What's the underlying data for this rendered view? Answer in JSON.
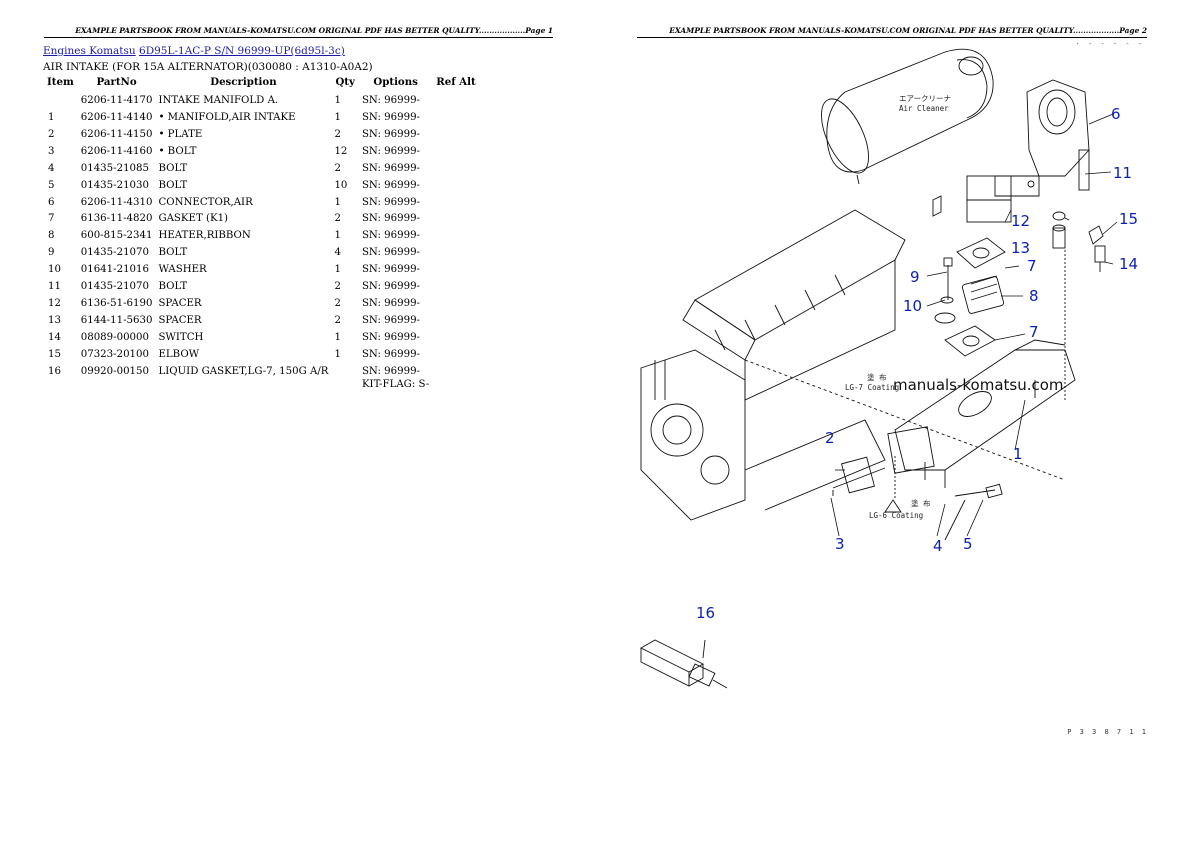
{
  "page1": {
    "header": "EXAMPLE PARTSBOOK FROM MANUALS-KOMATSU.COM ORIGINAL PDF HAS BETTER QUALITY..................Page 1",
    "breadcrumb": {
      "link1": "Engines Komatsu",
      "link2": "6D95L-1AC-P S/N 96999-UP(6d95l-3c)"
    },
    "subtitle": "AIR INTAKE (FOR 15A ALTERNATOR)(030080 : A1310-A0A2)",
    "columns": [
      "Item",
      "PartNo",
      "Description",
      "Qty",
      "Options",
      "Ref Alt"
    ],
    "rows": [
      {
        "item": "",
        "partno": "6206-11-4170",
        "desc": "INTAKE MANIFOLD A.",
        "qty": "1",
        "opt": "SN: 96999-",
        "opt2": ""
      },
      {
        "item": "1",
        "partno": "6206-11-4140",
        "desc": "• MANIFOLD,AIR INTAKE",
        "qty": "1",
        "opt": "SN: 96999-",
        "opt2": ""
      },
      {
        "item": "2",
        "partno": "6206-11-4150",
        "desc": "• PLATE",
        "qty": "2",
        "opt": "SN: 96999-",
        "opt2": ""
      },
      {
        "item": "3",
        "partno": "6206-11-4160",
        "desc": "• BOLT",
        "qty": "12",
        "opt": "SN: 96999-",
        "opt2": ""
      },
      {
        "item": "4",
        "partno": "01435-21085",
        "desc": "BOLT",
        "qty": "2",
        "opt": "SN: 96999-",
        "opt2": ""
      },
      {
        "item": "5",
        "partno": "01435-21030",
        "desc": "BOLT",
        "qty": "10",
        "opt": "SN: 96999-",
        "opt2": ""
      },
      {
        "item": "6",
        "partno": "6206-11-4310",
        "desc": "CONNECTOR,AIR",
        "qty": "1",
        "opt": "SN: 96999-",
        "opt2": ""
      },
      {
        "item": "7",
        "partno": "6136-11-4820",
        "desc": "GASKET (K1)",
        "qty": "2",
        "opt": "SN: 96999-",
        "opt2": ""
      },
      {
        "item": "8",
        "partno": "600-815-2341",
        "desc": "HEATER,RIBBON",
        "qty": "1",
        "opt": "SN: 96999-",
        "opt2": ""
      },
      {
        "item": "9",
        "partno": "01435-21070",
        "desc": "BOLT",
        "qty": "4",
        "opt": "SN: 96999-",
        "opt2": ""
      },
      {
        "item": "10",
        "partno": "01641-21016",
        "desc": "WASHER",
        "qty": "1",
        "opt": "SN: 96999-",
        "opt2": ""
      },
      {
        "item": "11",
        "partno": "01435-21070",
        "desc": "BOLT",
        "qty": "2",
        "opt": "SN: 96999-",
        "opt2": ""
      },
      {
        "item": "12",
        "partno": "6136-51-6190",
        "desc": "SPACER",
        "qty": "2",
        "opt": "SN: 96999-",
        "opt2": ""
      },
      {
        "item": "13",
        "partno": "6144-11-5630",
        "desc": "SPACER",
        "qty": "2",
        "opt": "SN: 96999-",
        "opt2": ""
      },
      {
        "item": "14",
        "partno": "08089-00000",
        "desc": "SWITCH",
        "qty": "1",
        "opt": "SN: 96999-",
        "opt2": ""
      },
      {
        "item": "15",
        "partno": "07323-20100",
        "desc": "ELBOW",
        "qty": "1",
        "opt": "SN: 96999-",
        "opt2": ""
      },
      {
        "item": "16",
        "partno": "09920-00150",
        "desc": "LIQUID GASKET,LG-7, 150G A/R",
        "qty": "",
        "opt": "SN: 96999-",
        "opt2": "KIT-FLAG: S-"
      }
    ]
  },
  "page2": {
    "header": "EXAMPLE PARTSBOOK FROM MANUALS-KOMATSU.COM ORIGINAL PDF HAS BETTER QUALITY..................Page 2",
    "watermark": "manuals-komatsu.com",
    "air_cleaner_jp": "エアークリーナ",
    "air_cleaner_en": "Air Cleaner",
    "lg7_label": "LG-7 Coating",
    "lg6_label": "LG-6 Coating",
    "coating_jp": "塗 布",
    "drawing_ref": "P 3 3 8 7 1 1",
    "corner_mark": "· - - - - -",
    "callouts": [
      "1",
      "2",
      "3",
      "4",
      "5",
      "6",
      "7",
      "7",
      "8",
      "9",
      "10",
      "11",
      "12",
      "13",
      "14",
      "15",
      "16"
    ]
  },
  "colors": {
    "callout": "#0b1fb0",
    "link": "#1a1aa6"
  }
}
